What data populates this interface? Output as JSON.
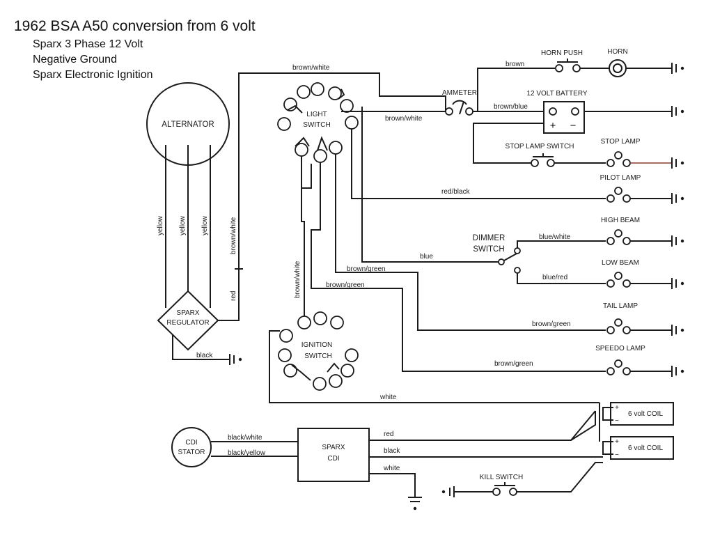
{
  "title": "1962 BSA A50 conversion from 6 volt",
  "subtitles": [
    "Sparx 3 Phase 12 Volt",
    "Negative Ground",
    "Sparx Electronic Ignition"
  ],
  "components": {
    "alternator": "ALTERNATOR",
    "regulator": [
      "SPARX",
      "REGULATOR"
    ],
    "light_switch": [
      "LIGHT",
      "SWITCH"
    ],
    "ignition_switch": [
      "IGNITION",
      "SWITCH"
    ],
    "ammeter": "AMMETER",
    "horn_push": "HORN PUSH",
    "horn": "HORN",
    "battery": "12 VOLT BATTERY",
    "battery_plus": "+",
    "battery_minus": "−",
    "stop_lamp_switch": "STOP LAMP SWITCH",
    "stop_lamp": "STOP LAMP",
    "pilot_lamp": "PILOT LAMP",
    "dimmer_switch": [
      "DIMMER",
      "SWITCH"
    ],
    "high_beam": "HIGH BEAM",
    "low_beam": "LOW BEAM",
    "tail_lamp": "TAIL LAMP",
    "speedo_lamp": "SPEEDO LAMP",
    "coil_1": "6 volt COIL",
    "coil_2": "6 volt COIL",
    "coil_plus": "+",
    "coil_minus": "−",
    "cdi_stator": [
      "CDI",
      "STATOR"
    ],
    "sparx_cdi": [
      "SPARX",
      "CDI"
    ],
    "kill_switch": "KILL SWITCH"
  },
  "wires": {
    "yellow_1": "yellow",
    "yellow_2": "yellow",
    "yellow_3": "yellow",
    "brown_white_vertical": "brown/white",
    "red_vertical": "red",
    "black_regulator": "black",
    "brown_white_top": "brown/white",
    "brown_white_ammeter": "brown/white",
    "brown_horn": "brown",
    "brown_blue": "brown/blue",
    "red_black": "red/black",
    "blue": "blue",
    "blue_white": "blue/white",
    "blue_red": "blue/red",
    "brown_green_1": "brown/green",
    "brown_green_2": "brown/green",
    "brown_green_tail": "brown/green",
    "brown_green_speedo": "brown/green",
    "brown_white_ignition": "brown/white",
    "white_coil": "white",
    "black_white_stator": "black/white",
    "black_yellow_stator": "black/yellow",
    "red_cdi": "red",
    "black_cdi": "black",
    "white_cdi": "white"
  }
}
